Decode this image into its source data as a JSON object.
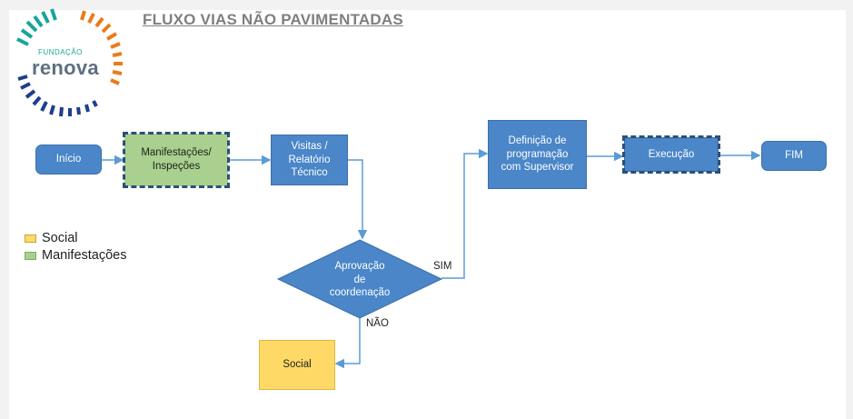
{
  "title": "FLUXO VIAS NÃO PAVIMENTADAS",
  "logo": {
    "small_text": "FUNDAÇÃO",
    "brand_text": "renova"
  },
  "nodes": {
    "inicio": "Início",
    "manifestacoes": "Manifestações/ Inspeções",
    "visitas": "Visitas / Relatório Técnico",
    "aprovacao": "Aprovação de coordenação",
    "definicao": "Definição de programação com Supervisor",
    "execucao": "Execução",
    "fim": "FIM",
    "social": "Social"
  },
  "edge_labels": {
    "sim": "SIM",
    "nao": "NÃO"
  },
  "legend": [
    {
      "label": "Social",
      "color": "#ffd966"
    },
    {
      "label": "Manifestações",
      "color": "#a9d08e"
    }
  ],
  "colors": {
    "process": "#4a86c8",
    "arrow": "#5b9bd5",
    "title": "#7f7f7f"
  }
}
